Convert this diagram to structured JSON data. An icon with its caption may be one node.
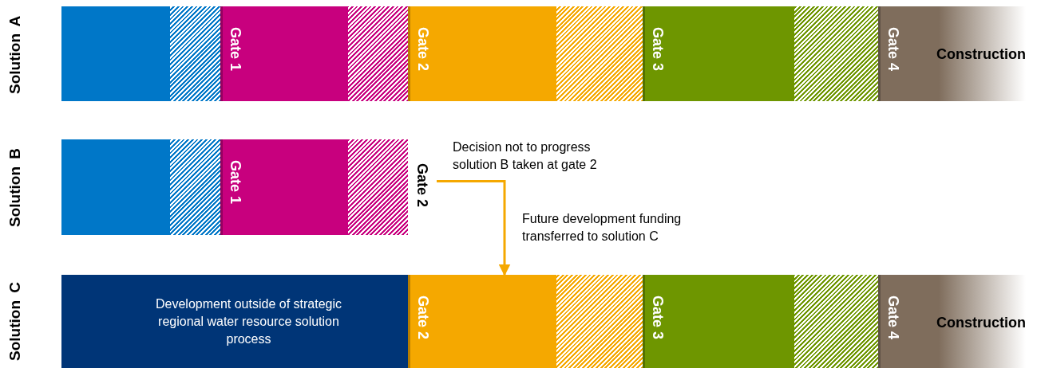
{
  "diagram": {
    "nodes": [
      {
        "text": [],
        "shape": "bar"
      },
      {
        "text": [],
        "shape": "bar"
      },
      {
        "text": [
          "Gate 1"
        ]
      },
      {
        "text": [],
        "shape": "bar"
      },
      {
        "text": [
          "Gate 2"
        ]
      },
      {
        "text": [],
        "shape": "bar"
      },
      {
        "text": [
          "Gate 3"
        ]
      },
      {
        "text": [],
        "shape": "bar"
      },
      {
        "text": [
          "Gate 4",
          "Construction"
        ]
      },
      {
        "text": [],
        "shape": "bar"
      },
      {
        "text": [],
        "shape": "bar"
      },
      {
        "text": [
          "Gate 1"
        ]
      },
      {
        "text": [],
        "shape": "bar"
      },
      {
        "text": [
          "Gate 2"
        ]
      },
      {
        "text": [
          "Development outside of strategic regional water resource solution process"
        ]
      },
      {
        "text": [
          "Gate 2"
        ]
      },
      {
        "text": [],
        "shape": "bar"
      },
      {
        "text": [
          "Gate 3"
        ]
      },
      {
        "text": [],
        "shape": "bar"
      },
      {
        "text": [
          "Gate 4",
          "Construction"
        ]
      }
    ],
    "edges": [
      {
        "from": 13,
        "to": 15,
        "arrow": "to"
      }
    ],
    "labels": [
      "Solution A",
      "Solution B",
      "Solution C",
      "Decision not to progress solution B taken at gate 2",
      "Future development funding transferred to solution C"
    ]
  }
}
